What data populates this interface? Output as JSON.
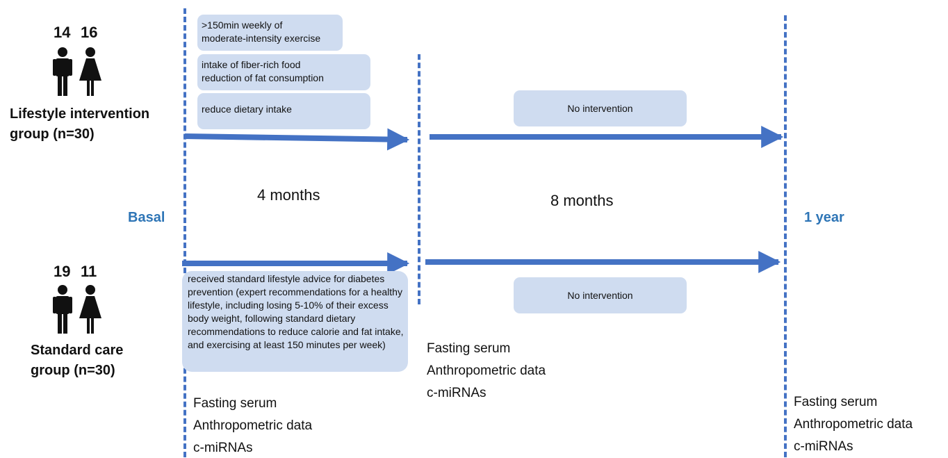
{
  "groups": {
    "lifestyle": {
      "male_count": "14",
      "female_count": "16",
      "label_line1": "Lifestyle intervention",
      "label_line2": "group (n=30)",
      "interventions": [
        ">150min weekly of\nmoderate-intensity exercise",
        "intake of fiber-rich food\nreduction of fat consumption",
        "reduce dietary intake"
      ],
      "followup": "No intervention"
    },
    "standard": {
      "male_count": "19",
      "female_count": "11",
      "label_line1": "Standard care",
      "label_line2": "group (n=30)",
      "advice": "received standard lifestyle advice for diabetes prevention (expert recommendations for a healthy lifestyle, including losing 5-10% of their excess body weight, following standard dietary recommendations to reduce calorie and fat intake, and exercising at least 150 minutes per week)",
      "followup": "No intervention"
    }
  },
  "timeline": {
    "start_label": "Basal",
    "end_label": "1 year",
    "phase1": "4 months",
    "phase2": "8 months"
  },
  "measurements": {
    "basal": [
      "Fasting serum",
      "Anthropometric data",
      "c-miRNAs"
    ],
    "four_months": [
      "Fasting serum",
      "Anthropometric data",
      "c-miRNAs"
    ],
    "one_year": [
      "Fasting serum",
      "Anthropometric data",
      "c-miRNAs"
    ]
  },
  "colors": {
    "accent": "#4472c4",
    "label_blue": "#2e75b6",
    "box_fill": "#cfdcf0"
  }
}
